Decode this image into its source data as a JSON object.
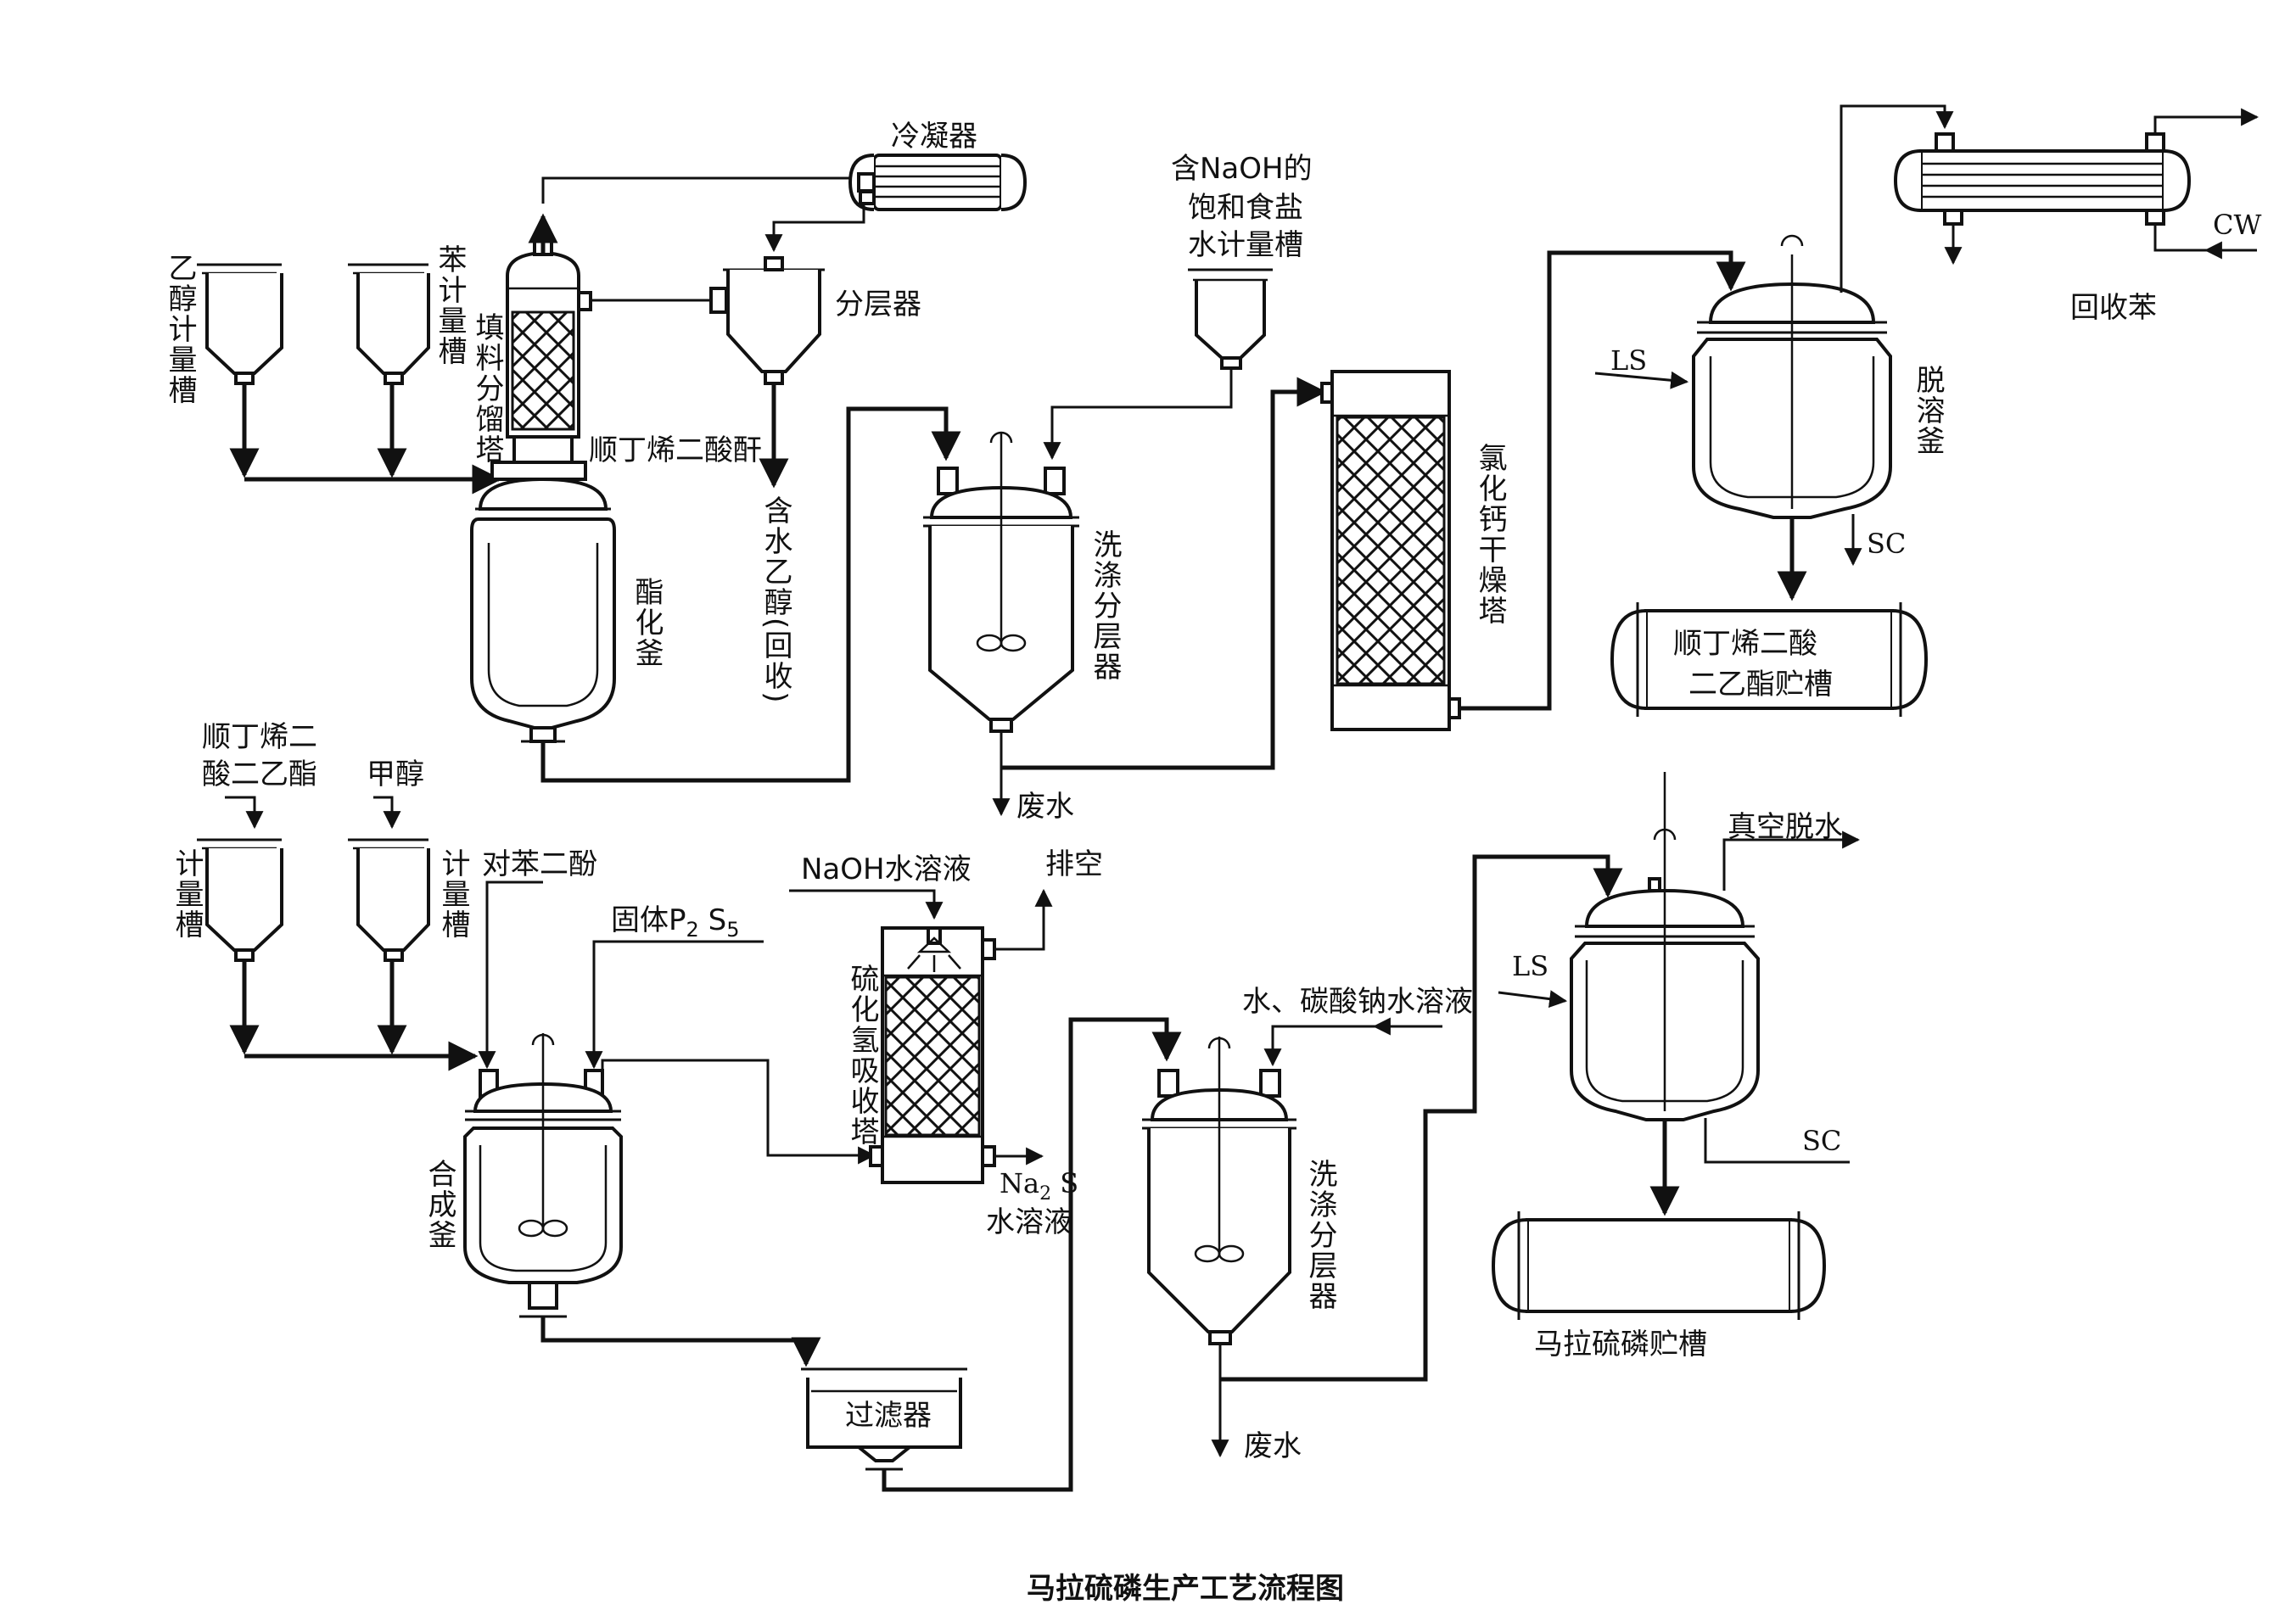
{
  "caption": "马拉硫磷生产工艺流程图",
  "labels": {
    "condenser": "冷凝器",
    "separator": "分层器",
    "naoh_brine_tank": "含NaOH的饱和食盐水计量槽",
    "naoh_brine_line1": "含NaOH的",
    "naoh_brine_line2": "饱和食盐",
    "naoh_brine_line3": "水计量槽",
    "ethanol_tank": "乙醇计量槽",
    "benzene_tank": "苯计量槽",
    "packed_column": "填料分馏塔",
    "maleic_anhydride": "顺丁烯二酸酐",
    "aqueous_ethanol": "含水乙醇(回收)",
    "esterifier": "酯化釜",
    "wash_separator_1": "洗涤分层器",
    "cacl2_dryer": "氯化钙干燥塔",
    "desolvent_kettle": "脱溶釜",
    "recovered_benzene": "回收苯",
    "cw": "CW",
    "ls_1": "LS",
    "sc_1": "SC",
    "diethyl_maleate_tank_line1": "顺丁烯二酸",
    "diethyl_maleate_tank_line2": "二乙酯贮槽",
    "wastewater_1": "废水",
    "diethyl_maleate_feed_line1": "顺丁烯二",
    "diethyl_maleate_feed_line2": "酸二乙酯",
    "methanol": "甲醇",
    "metering_tank_left": "计量槽",
    "metering_tank_right": "计量槽",
    "hydroquinone": "对苯二酚",
    "solid_p2s5_prefix": "固体P",
    "solid_p2s5_sub1": "2",
    "solid_p2s5_mid": " S",
    "solid_p2s5_sub2": "5",
    "naoh_solution": "NaOH水溶液",
    "vent": "排空",
    "h2s_absorber": "硫化氢吸收塔",
    "na2s_prefix": "Na",
    "na2s_sub": "2",
    "na2s_suffix": " S",
    "na2s_solution_word": "水溶液",
    "synthesis_kettle": "合成釜",
    "filter": "过滤器",
    "water_soda": "水、碳酸钠水溶液",
    "wash_separator_2": "洗涤分层器",
    "wastewater_2": "废水",
    "vacuum_dehydration": "真空脱水",
    "ls_2": "LS",
    "sc_2": "SC",
    "malathion_tank": "马拉硫磷贮槽"
  }
}
